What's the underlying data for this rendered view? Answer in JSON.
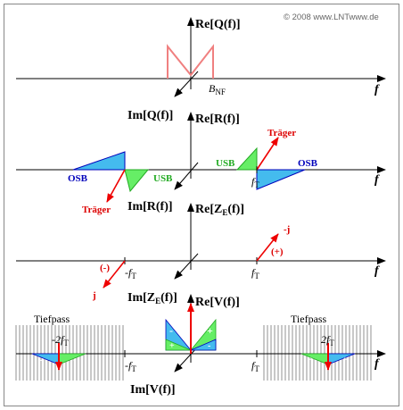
{
  "copyright": "© 2008 www.LNTwww.de",
  "colors": {
    "frame": "#888888",
    "spectrum_pink": "#f08080",
    "osb_fill": "#44bbee",
    "usb_fill": "#66ee66",
    "arrow_red": "#ee0000",
    "label_blue": "#0000bb",
    "label_green": "#22aa22",
    "label_red": "#dd0000"
  },
  "panel1": {
    "re_label": "Re[Q(f)]",
    "im_label": "Im[Q(f)]",
    "f_label": "f",
    "bnf_label": "B",
    "bnf_sub": "NF"
  },
  "panel2": {
    "re_label": "Re[R(f)]",
    "im_label": "Im[R(f)]",
    "f_label": "f",
    "ft_label": "f",
    "ft_sub": "T",
    "osb_left": "OSB",
    "usb_left": "USB",
    "usb_right": "USB",
    "osb_right": "OSB",
    "traeger_top": "Träger",
    "traeger_bottom": "Träger"
  },
  "panel3": {
    "re_label": "Re[Z",
    "re_sub": "E",
    "re_tail": "(f)]",
    "im_label": "Im[Z",
    "im_sub": "E",
    "im_tail": "(f)]",
    "f_label": "f",
    "neg_ft": "-f",
    "neg_ft_sub": "T",
    "ft_label": "f",
    "ft_sub": "T",
    "minus_j": "-j",
    "j": "j",
    "paren_minus": "(-)",
    "paren_plus": "(+)"
  },
  "panel4": {
    "re_label": "Re[V(f)]",
    "im_label": "Im[V(f)]",
    "f_label": "f",
    "tiefpass_left": "Tiefpass",
    "tiefpass_right": "Tiefpass",
    "neg_2ft": "-2f",
    "neg_2ft_sub": "T",
    "pos_2ft": "2f",
    "pos_2ft_sub": "T",
    "neg_ft": "-f",
    "neg_ft_sub": "T",
    "ft_label": "f",
    "ft_sub": "T",
    "minus": "-",
    "plus": "+"
  }
}
